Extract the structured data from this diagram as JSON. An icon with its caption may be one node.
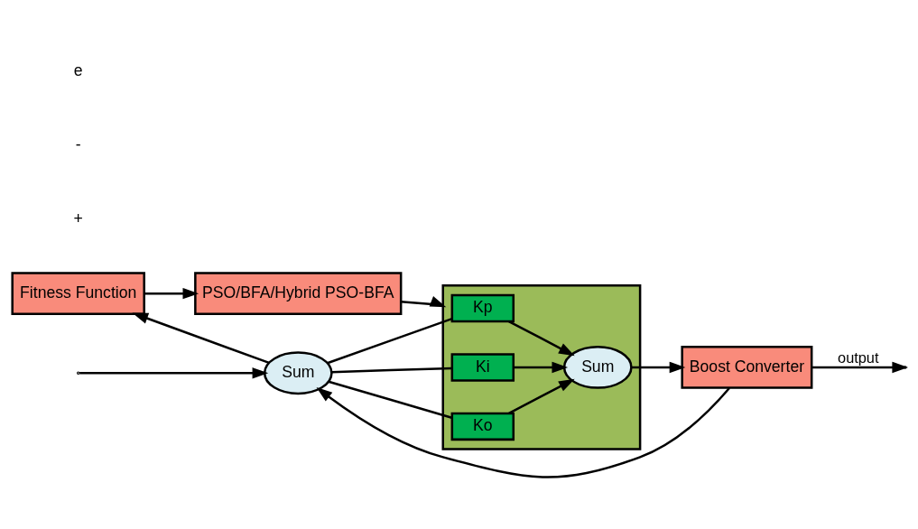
{
  "diagram": {
    "nodes": [
      {
        "text": [
          "Fitness Function"
        ]
      },
      {
        "text": [
          "PSO/BFA/Hybrid PSO-BFA"
        ]
      },
      {
        "text": [
          "Sum"
        ]
      },
      {
        "text": [],
        "shape": "box"
      },
      {
        "text": [
          "Kp"
        ],
        "in": 3
      },
      {
        "text": [
          "Ki"
        ],
        "in": 3
      },
      {
        "text": [
          "Ko"
        ],
        "in": 3
      },
      {
        "text": [
          "Sum"
        ],
        "in": 3
      },
      {
        "text": [
          "Boost Converter"
        ]
      }
    ],
    "edges": [
      {
        "from": null,
        "to": 2,
        "arrow": "to"
      },
      {
        "from": 2,
        "to": 0,
        "arrow": "to"
      },
      {
        "from": 0,
        "to": 1,
        "arrow": "to"
      },
      {
        "from": 1,
        "to": 3,
        "arrow": "to"
      },
      {
        "from": 2,
        "to": 4,
        "arrow": "none"
      },
      {
        "from": 2,
        "to": 5,
        "arrow": "none"
      },
      {
        "from": 2,
        "to": 6,
        "arrow": "none"
      },
      {
        "from": 4,
        "to": 7,
        "arrow": "to"
      },
      {
        "from": 5,
        "to": 7,
        "arrow": "to"
      },
      {
        "from": 6,
        "to": 7,
        "arrow": "to"
      },
      {
        "from": 7,
        "to": 8,
        "arrow": "to"
      },
      {
        "from": 8,
        "to": null,
        "arrow": "to",
        "label": "output"
      },
      {
        "from": 8,
        "to": 2,
        "arrow": "to"
      }
    ],
    "labels": [
      "+",
      "-",
      "e"
    ]
  }
}
